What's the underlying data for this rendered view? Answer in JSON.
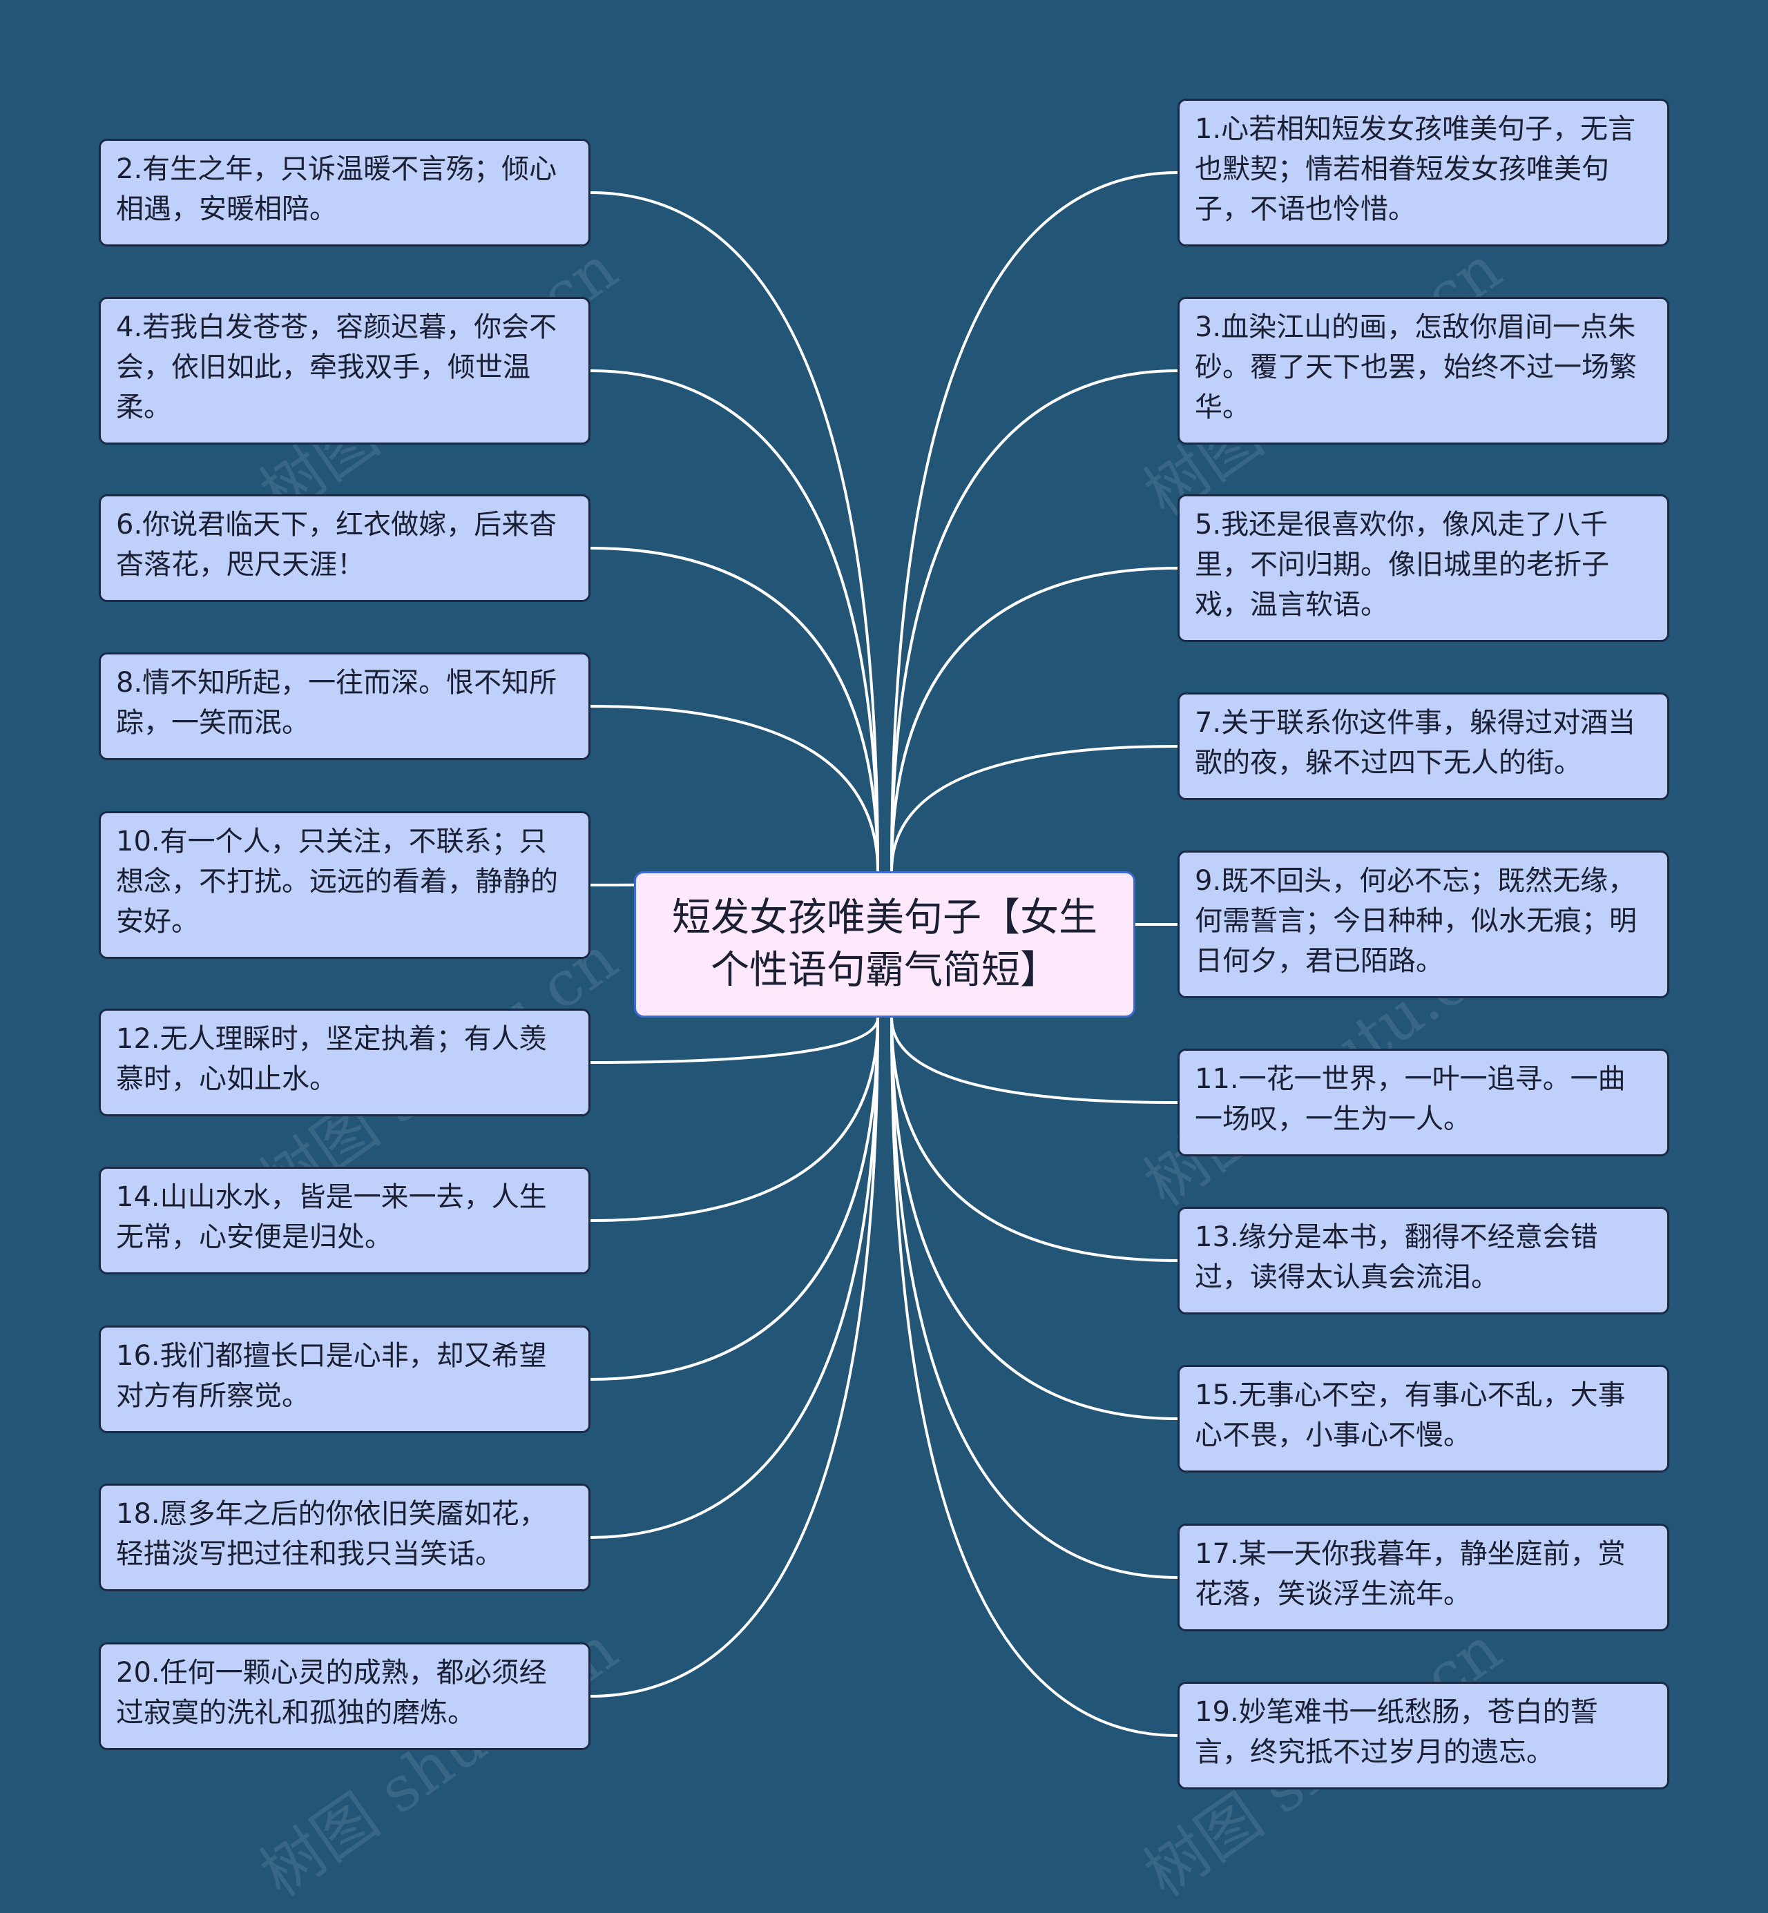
{
  "root": {
    "title": "短发女孩唯美句子【女生个性语句霸气简短】"
  },
  "watermark": "树图 shutu.cn",
  "colors": {
    "background": "#235577",
    "node_fill": "#bfd0fb",
    "root_fill": "#fde9fb",
    "line": "#ffffff"
  },
  "left_nodes": [
    {
      "text": "2.有生之年，只诉温暖不言殇；倾心相遇，安暖相陪。"
    },
    {
      "text": "4.若我白发苍苍，容颜迟暮，你会不会，依旧如此，牵我双手，倾世温柔。"
    },
    {
      "text": "6.你说君临天下，红衣做嫁，后来杳杳落花，咫尺天涯！"
    },
    {
      "text": "8.情不知所起，一往而深。恨不知所踪，一笑而泯。"
    },
    {
      "text": "10.有一个人，只关注，不联系；只想念，不打扰。远远的看着，静静的安好。"
    },
    {
      "text": "12.无人理睬时，坚定执着；有人羡慕时，心如止水。"
    },
    {
      "text": "14.山山水水，皆是一来一去，人生无常，心安便是归处。"
    },
    {
      "text": "16.我们都擅长口是心非，却又希望对方有所察觉。"
    },
    {
      "text": "18.愿多年之后的你依旧笑靥如花，轻描淡写把过往和我只当笑话。"
    },
    {
      "text": "20.任何一颗心灵的成熟，都必须经过寂寞的洗礼和孤独的磨炼。"
    }
  ],
  "right_nodes": [
    {
      "text": "1.心若相知短发女孩唯美句子，无言也默契；情若相眷短发女孩唯美句子，不语也怜惜。"
    },
    {
      "text": "3.血染江山的画，怎敌你眉间一点朱砂。覆了天下也罢，始终不过一场繁华。"
    },
    {
      "text": "5.我还是很喜欢你，像风走了八千里，不问归期。像旧城里的老折子戏，温言软语。"
    },
    {
      "text": "7.关于联系你这件事，躲得过对酒当歌的夜，躲不过四下无人的街。"
    },
    {
      "text": "9.既不回头，何必不忘；既然无缘，何需誓言；今日种种，似水无痕；明日何夕，君已陌路。"
    },
    {
      "text": "11.一花一世界，一叶一追寻。一曲一场叹，一生为一人。"
    },
    {
      "text": "13.缘分是本书，翻得不经意会错过，读得太认真会流泪。"
    },
    {
      "text": "15.无事心不空，有事心不乱，大事心不畏，小事心不慢。"
    },
    {
      "text": "17.某一天你我暮年，静坐庭前，赏花落，笑谈浮生流年。"
    },
    {
      "text": "19.妙笔难书一纸愁肠，苍白的誓言，终究抵不过岁月的遗忘。"
    }
  ]
}
